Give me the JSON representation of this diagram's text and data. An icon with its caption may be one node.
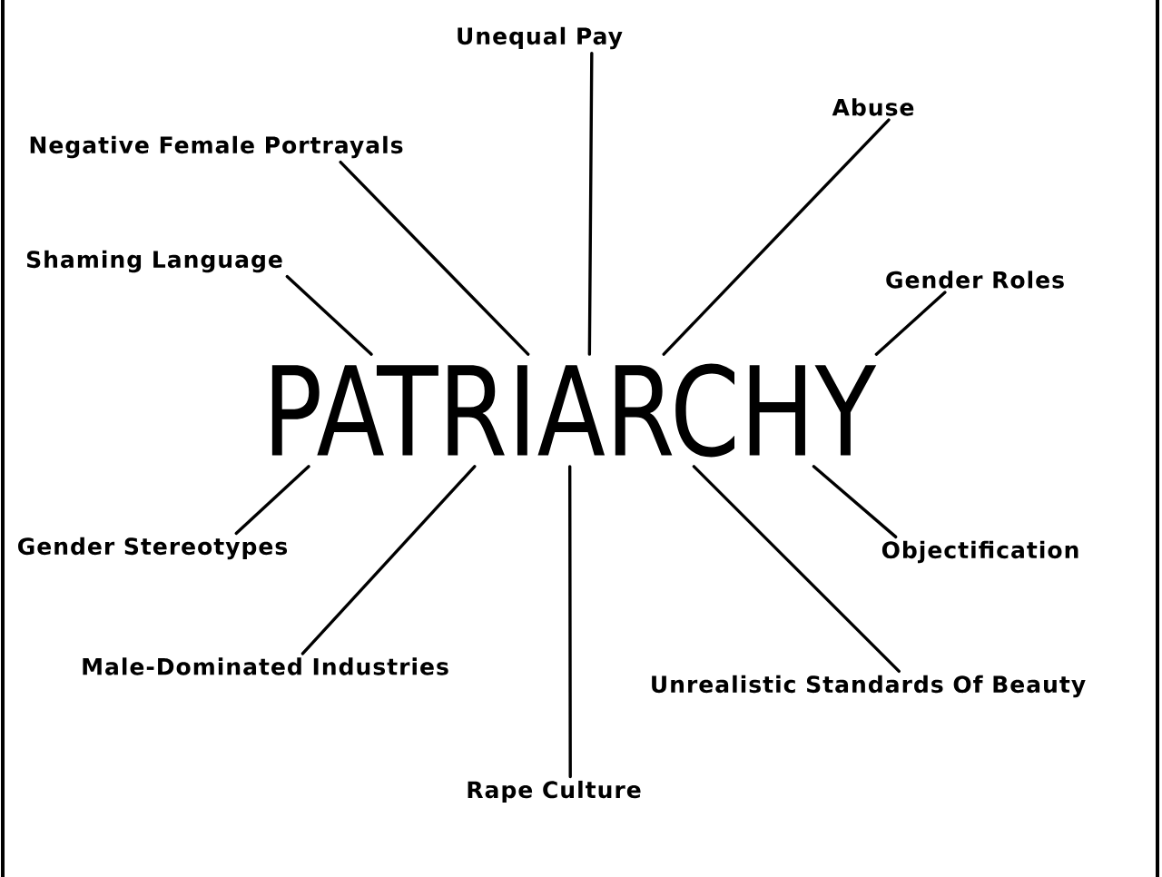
{
  "diagram": {
    "nodes": [
      {
        "text": [
          "PATRIARCHY"
        ]
      },
      {
        "text": [
          "Unequal Pay"
        ]
      },
      {
        "text": [
          "Abuse"
        ]
      },
      {
        "text": [
          "Negative Female Portrayals"
        ]
      },
      {
        "text": [
          "Shaming Language"
        ]
      },
      {
        "text": [
          "Gender Roles"
        ]
      },
      {
        "text": [
          "Gender Stereotypes"
        ]
      },
      {
        "text": [
          "Objectification"
        ]
      },
      {
        "text": [
          "Male-Dominated Industries"
        ]
      },
      {
        "text": [
          "Unrealistic Standards Of Beauty"
        ]
      },
      {
        "text": [
          "Rape Culture"
        ]
      }
    ],
    "edges": [
      {
        "from": 0,
        "to": 1,
        "arrow": "none"
      },
      {
        "from": 0,
        "to": 2,
        "arrow": "none"
      },
      {
        "from": 0,
        "to": 3,
        "arrow": "none"
      },
      {
        "from": 0,
        "to": 4,
        "arrow": "none"
      },
      {
        "from": 0,
        "to": 5,
        "arrow": "none"
      },
      {
        "from": 0,
        "to": 6,
        "arrow": "none"
      },
      {
        "from": 0,
        "to": 7,
        "arrow": "none"
      },
      {
        "from": 0,
        "to": 8,
        "arrow": "none"
      },
      {
        "from": 0,
        "to": 9,
        "arrow": "none"
      },
      {
        "from": 0,
        "to": 10,
        "arrow": "none"
      }
    ]
  }
}
